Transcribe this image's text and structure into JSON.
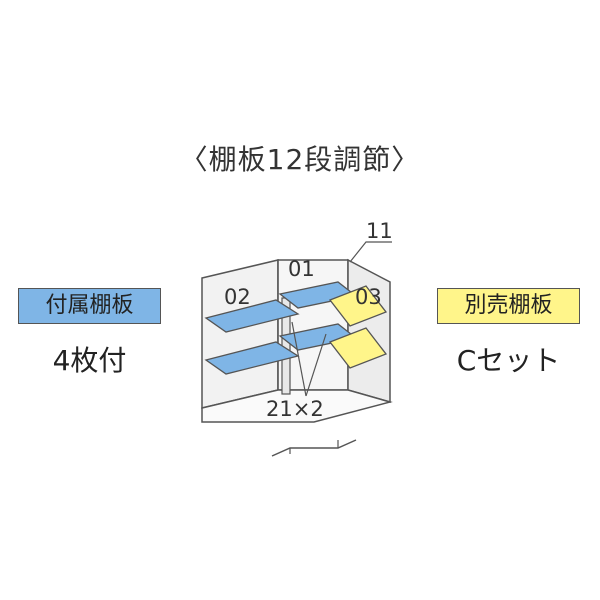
{
  "title": "〈棚板12段調節〉",
  "left_panel": {
    "badge_label": "付属棚板",
    "badge_color": "#7fb5e6",
    "subtext": "4枚付"
  },
  "right_panel": {
    "badge_label": "別売棚板",
    "badge_color": "#fff58a",
    "subtext": "Cセット"
  },
  "diagram": {
    "shelf_labels": {
      "top_center": "01",
      "left": "02",
      "right": "03"
    },
    "callout_top": "11",
    "callout_bottom": "21×2",
    "colors": {
      "included_shelf": "#7fb5e6",
      "optional_shelf": "#fff58a",
      "wall_fill": "#f2f2f2",
      "outline": "#555555"
    }
  }
}
